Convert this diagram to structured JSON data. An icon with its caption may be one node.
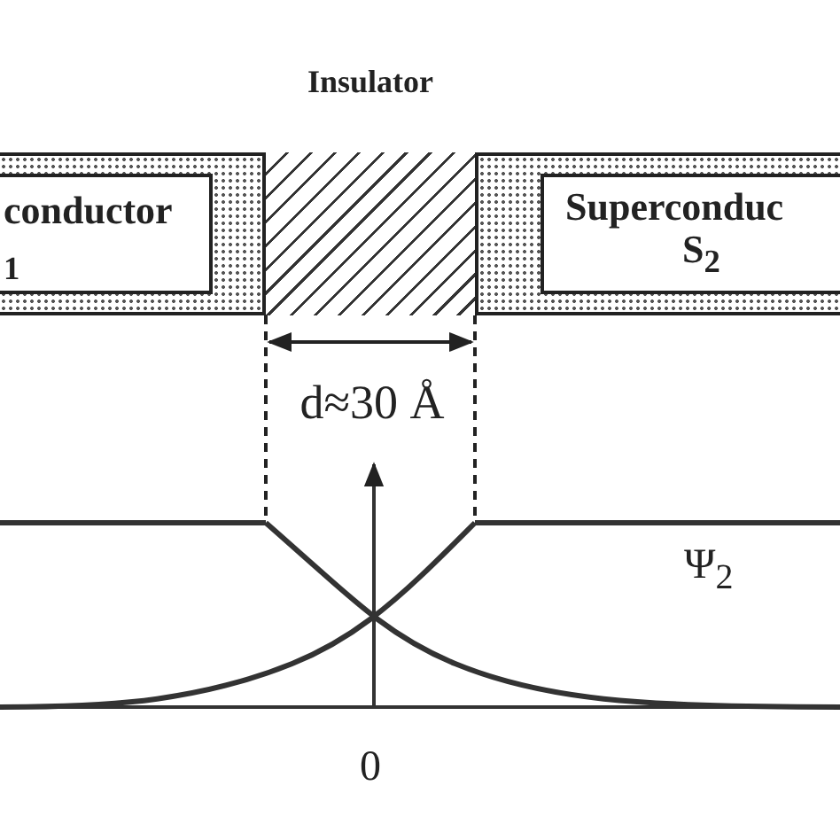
{
  "diagram": {
    "nodes": [
      {
        "text": [
          "conductor",
          "$_{1}$"
        ]
      },
      {
        "text": [
          "Insulator"
        ]
      },
      {
        "text": [
          "Superconduc",
          "S$_{2}$"
        ]
      }
    ],
    "labels": [
      "d≈30 Å",
      "Ψ$_{2}$",
      "0"
    ]
  }
}
